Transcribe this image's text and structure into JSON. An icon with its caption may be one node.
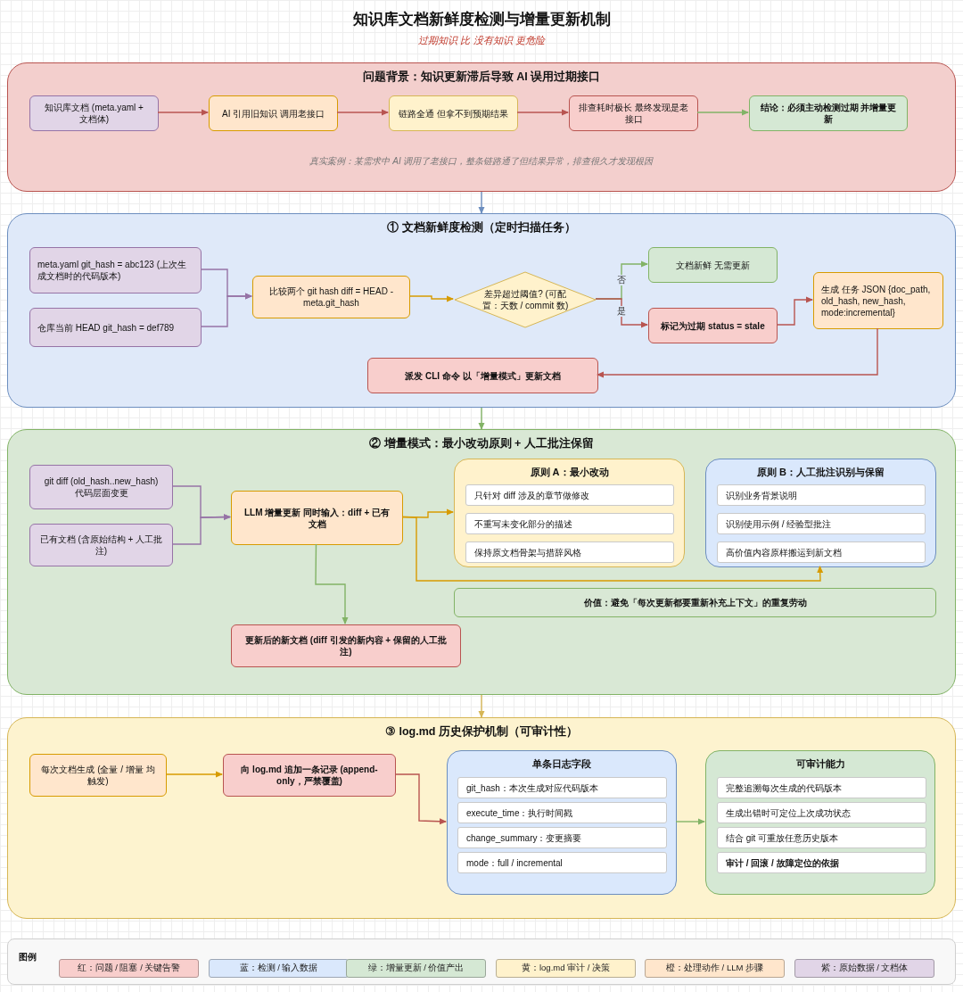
{
  "diagram": {
    "title": "知识库文档新鲜度检测与增量更新机制",
    "caption": "过期知识 比 没有知识 更危险",
    "nodes": [
      {
        "text": [
          "问题背景：知识更新滞后导致 AI 误用过期接口",
          "真实案例：某需求中 AI 调用了老接口，整条链路通了但结果异常，排查很久才发现根因"
        ]
      },
      {
        "text": [
          "知识库文档 (meta.yaml + 文档体)"
        ],
        "in": 0
      },
      {
        "text": [
          "AI 引用旧知识 调用老接口"
        ],
        "in": 0
      },
      {
        "text": [
          "链路全通 但拿不到预期结果"
        ],
        "in": 0
      },
      {
        "text": [
          "排查耗时极长 最终发现是老接口"
        ],
        "in": 0
      },
      {
        "text": [
          "结论：必须主动检测过期 并增量更新"
        ],
        "in": 0
      },
      {
        "text": [
          "① 文档新鲜度检测（定时扫描任务）"
        ]
      },
      {
        "text": [
          "meta.yaml git_hash = abc123 (上次生成文档时的代码版本)"
        ],
        "in": 6
      },
      {
        "text": [
          "仓库当前 HEAD git_hash = def789"
        ],
        "in": 6
      },
      {
        "text": [
          "比较两个 git hash diff = HEAD - meta.git_hash"
        ],
        "in": 6
      },
      {
        "text": [
          "差异超过阈值? (可配置：天数 / commit 数)"
        ],
        "in": 6
      },
      {
        "text": [
          "文档新鲜 无需更新"
        ],
        "in": 6
      },
      {
        "text": [
          "标记为过期 status = stale"
        ],
        "in": 6
      },
      {
        "text": [
          "生成 任务 JSON {doc_path, old_hash, new_hash, mode:incremental}"
        ],
        "in": 6
      },
      {
        "text": [
          "派发 CLI 命令 以「增量模式」更新文档"
        ],
        "in": 6
      },
      {
        "text": [
          "② 增量模式：最小改动原则 + 人工批注保留"
        ]
      },
      {
        "text": [
          "git diff (old_hash..new_hash) 代码层面变更"
        ],
        "in": 15
      },
      {
        "text": [
          "已有文档 (含原始结构 + 人工批注)"
        ],
        "in": 15
      },
      {
        "text": [
          "LLM 增量更新 同时输入：diff + 已有文档"
        ],
        "in": 15
      },
      {
        "text": [
          "原则 A：最小改动"
        ],
        "in": 15
      },
      {
        "text": [
          "只针对 diff 涉及的章节做修改"
        ],
        "in": 19
      },
      {
        "text": [
          "不重写未变化部分的描述"
        ],
        "in": 19
      },
      {
        "text": [
          "保持原文档骨架与措辞风格"
        ],
        "in": 19
      },
      {
        "text": [
          "原则 B：人工批注识别与保留"
        ],
        "in": 15
      },
      {
        "text": [
          "识别业务背景说明"
        ],
        "in": 23
      },
      {
        "text": [
          "识别使用示例 / 经验型批注"
        ],
        "in": 23
      },
      {
        "text": [
          "高价值内容原样搬运到新文档"
        ],
        "in": 23
      },
      {
        "text": [
          "价值：避免「每次更新都要重新补充上下文」的重复劳动"
        ],
        "in": 15
      },
      {
        "text": [
          "更新后的新文档 (diff 引发的新内容 + 保留的人工批注)"
        ],
        "in": 15
      },
      {
        "text": [
          "③ log.md 历史保护机制（可审计性）"
        ]
      },
      {
        "text": [
          "每次文档生成 (全量 / 增量 均触发)"
        ],
        "in": 29
      },
      {
        "text": [
          "向 log.md 追加一条记录 (append-only，严禁覆盖)"
        ],
        "in": 29
      },
      {
        "text": [
          "单条日志字段"
        ],
        "in": 29
      },
      {
        "text": [
          "git_hash：本次生成对应代码版本"
        ],
        "in": 32
      },
      {
        "text": [
          "execute_time：执行时间戳"
        ],
        "in": 32
      },
      {
        "text": [
          "change_summary：变更摘要"
        ],
        "in": 32
      },
      {
        "text": [
          "mode：full / incremental"
        ],
        "in": 32
      },
      {
        "text": [
          "可审计能力"
        ],
        "in": 29
      },
      {
        "text": [
          "完整追溯每次生成的代码版本"
        ],
        "in": 37
      },
      {
        "text": [
          "生成出错时可定位上次成功状态"
        ],
        "in": 37
      },
      {
        "text": [
          "结合 git 可重放任意历史版本"
        ],
        "in": 37
      },
      {
        "text": [
          "审计 / 回滚 / 故障定位的依据"
        ],
        "in": 37
      }
    ],
    "edges": [
      {
        "from": 1,
        "to": 2,
        "arrow": "to",
        "color": "#b85450"
      },
      {
        "from": 2,
        "to": 3,
        "arrow": "to",
        "color": "#b85450"
      },
      {
        "from": 3,
        "to": 4,
        "arrow": "to",
        "color": "#b85450"
      },
      {
        "from": 4,
        "to": 5,
        "arrow": "to",
        "color": "#82b366"
      },
      {
        "from": 0,
        "to": 6,
        "arrow": "to",
        "color": "#6c8ebf"
      },
      {
        "from": 7,
        "to": 9,
        "arrow": "to",
        "color": "#9673a6"
      },
      {
        "from": 8,
        "to": 9,
        "arrow": "to",
        "color": "#9673a6"
      },
      {
        "from": 9,
        "to": 10,
        "arrow": "to",
        "color": "#d79b00"
      },
      {
        "from": 10,
        "to": 11,
        "arrow": "to",
        "label": "否",
        "color": "#82b366"
      },
      {
        "from": 10,
        "to": 12,
        "arrow": "to",
        "label": "是",
        "color": "#b85450"
      },
      {
        "from": 12,
        "to": 13,
        "arrow": "to",
        "color": "#b85450"
      },
      {
        "from": 13,
        "to": 14,
        "arrow": "to",
        "color": "#b85450"
      },
      {
        "from": 6,
        "to": 15,
        "arrow": "to",
        "color": "#82b366"
      },
      {
        "from": 16,
        "to": 18,
        "arrow": "to",
        "color": "#9673a6"
      },
      {
        "from": 17,
        "to": 18,
        "arrow": "to",
        "color": "#9673a6"
      },
      {
        "from": 18,
        "to": 19,
        "arrow": "to",
        "color": "#d79b00"
      },
      {
        "from": 18,
        "to": 23,
        "arrow": "to",
        "color": "#d79b00"
      },
      {
        "from": 18,
        "to": 28,
        "arrow": "to",
        "color": "#82b366"
      },
      {
        "from": 15,
        "to": 29,
        "arrow": "to",
        "color": "#d6b656"
      },
      {
        "from": 30,
        "to": 31,
        "arrow": "to",
        "color": "#d79b00"
      },
      {
        "from": 31,
        "to": 32,
        "arrow": "to",
        "color": "#b85450"
      },
      {
        "from": 32,
        "to": 37,
        "arrow": "to",
        "color": "#82b366"
      }
    ],
    "labels": [
      "图例"
    ],
    "legend": [
      {
        "text": "红：问题 / 阻塞 / 关键告警",
        "color": "#f8cecc"
      },
      {
        "text": "蓝：检测 / 输入数据",
        "color": "#dae8fc"
      },
      {
        "text": "绿：增量更新 / 价值产出",
        "color": "#d5e8d4"
      },
      {
        "text": "黄：log.md 审计 / 决策",
        "color": "#fff2cc"
      },
      {
        "text": "橙：处理动作 / LLM 步骤",
        "color": "#ffe6cc"
      },
      {
        "text": "紫：原始数据 / 文档体",
        "color": "#e1d5e7"
      }
    ]
  }
}
